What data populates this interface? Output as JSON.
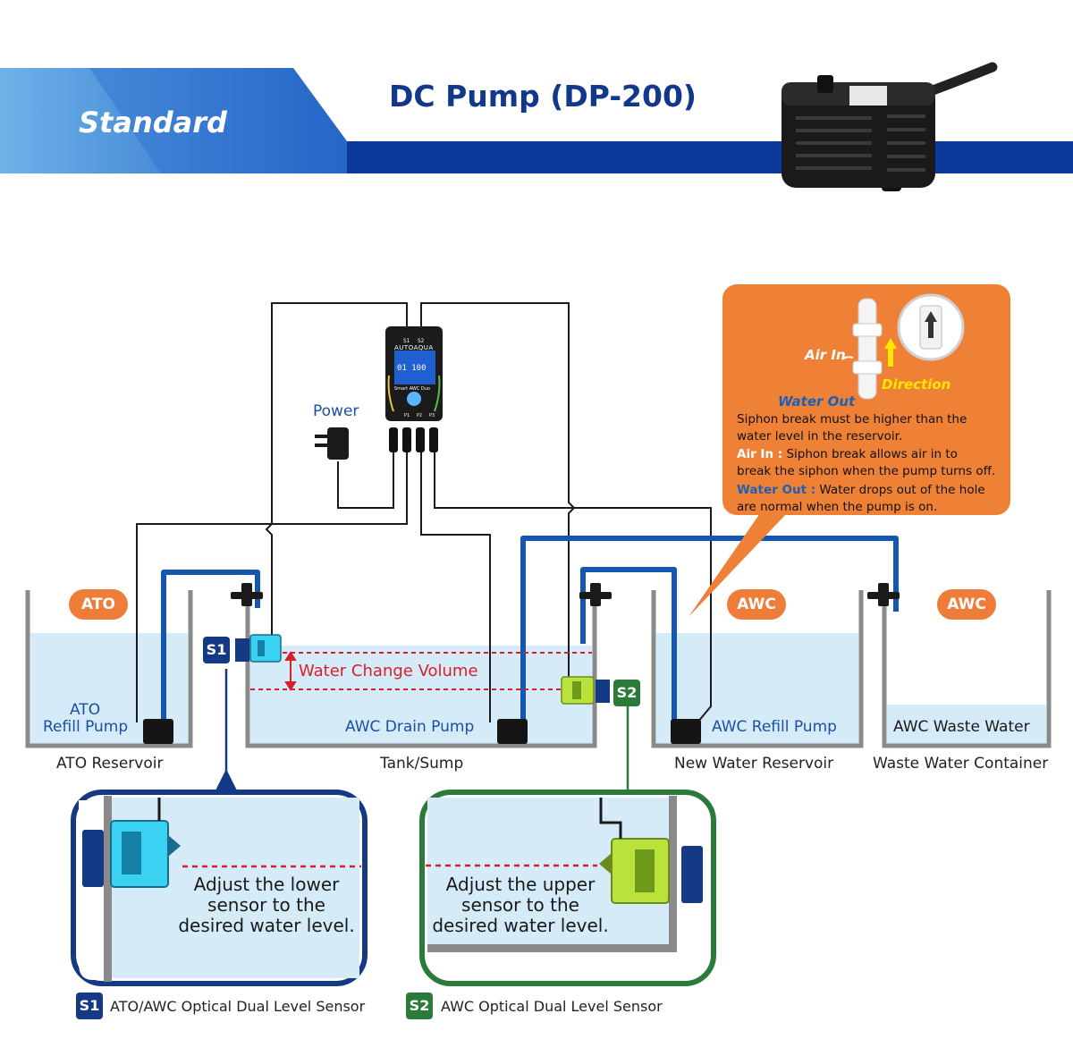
{
  "header": {
    "banner_label": "Standard",
    "title": "DC Pump (DP-200)",
    "accent_color": "#1f5fc0",
    "dark_band_color": "#0d3a9a"
  },
  "controller": {
    "brand": "AUTOAQUA",
    "model": "Smart AWC Duo",
    "port_top_1": "S1",
    "port_top_2": "S2",
    "port_bottom_1": "P1",
    "port_bottom_2": "P2",
    "port_bottom_3": "P3",
    "lcd_reading": "01 100"
  },
  "power_label": "Power",
  "callout": {
    "air_in": "Air In",
    "water_out": "Water Out",
    "direction": "Direction",
    "line1": "Siphon break must be higher than the",
    "line2": "water level in the reservoir.",
    "air_in_key": "Air In :",
    "air_in_desc1": " Siphon break allows air in to",
    "air_in_desc2": "break the siphon when the pump turns off.",
    "water_out_key": "Water Out :",
    "water_out_desc1": " Water drops out of the hole",
    "water_out_desc2": "are normal when the pump is on."
  },
  "pills": {
    "ato": "ATO",
    "awc1": "AWC",
    "awc2": "AWC"
  },
  "tanks": {
    "ato_pump_line1": "ATO",
    "ato_pump_line2": "Refill Pump",
    "ato_reservoir": "ATO Reservoir",
    "drain_pump": "AWC Drain Pump",
    "sump": "Tank/Sump",
    "refill_pump": "AWC Refill Pump",
    "new_water": "New Water Reservoir",
    "waste_water": "AWC Waste Water",
    "waste_container": "Waste Water Container",
    "water_change_volume": "Water Change Volume"
  },
  "sensors": {
    "s1_tag": "S1",
    "s2_tag": "S2",
    "lower_line1": "Adjust the lower",
    "lower_line2": "sensor to the",
    "lower_line3": "desired water level.",
    "upper_line1": "Adjust the upper",
    "upper_line2": "sensor to the",
    "upper_line3": "desired water level.",
    "legend_s1": "ATO/AWC Optical Dual Level Sensor",
    "legend_s2": "AWC Optical Dual Level Sensor",
    "s1_color": "#153a85",
    "s2_color": "#2a7a3a"
  },
  "colors": {
    "water": "#d6ebf8",
    "tube": "#1557b0",
    "tank_wall": "#8a8a8a",
    "callout": "#ef8137",
    "dashed_line": "#d8202a"
  }
}
